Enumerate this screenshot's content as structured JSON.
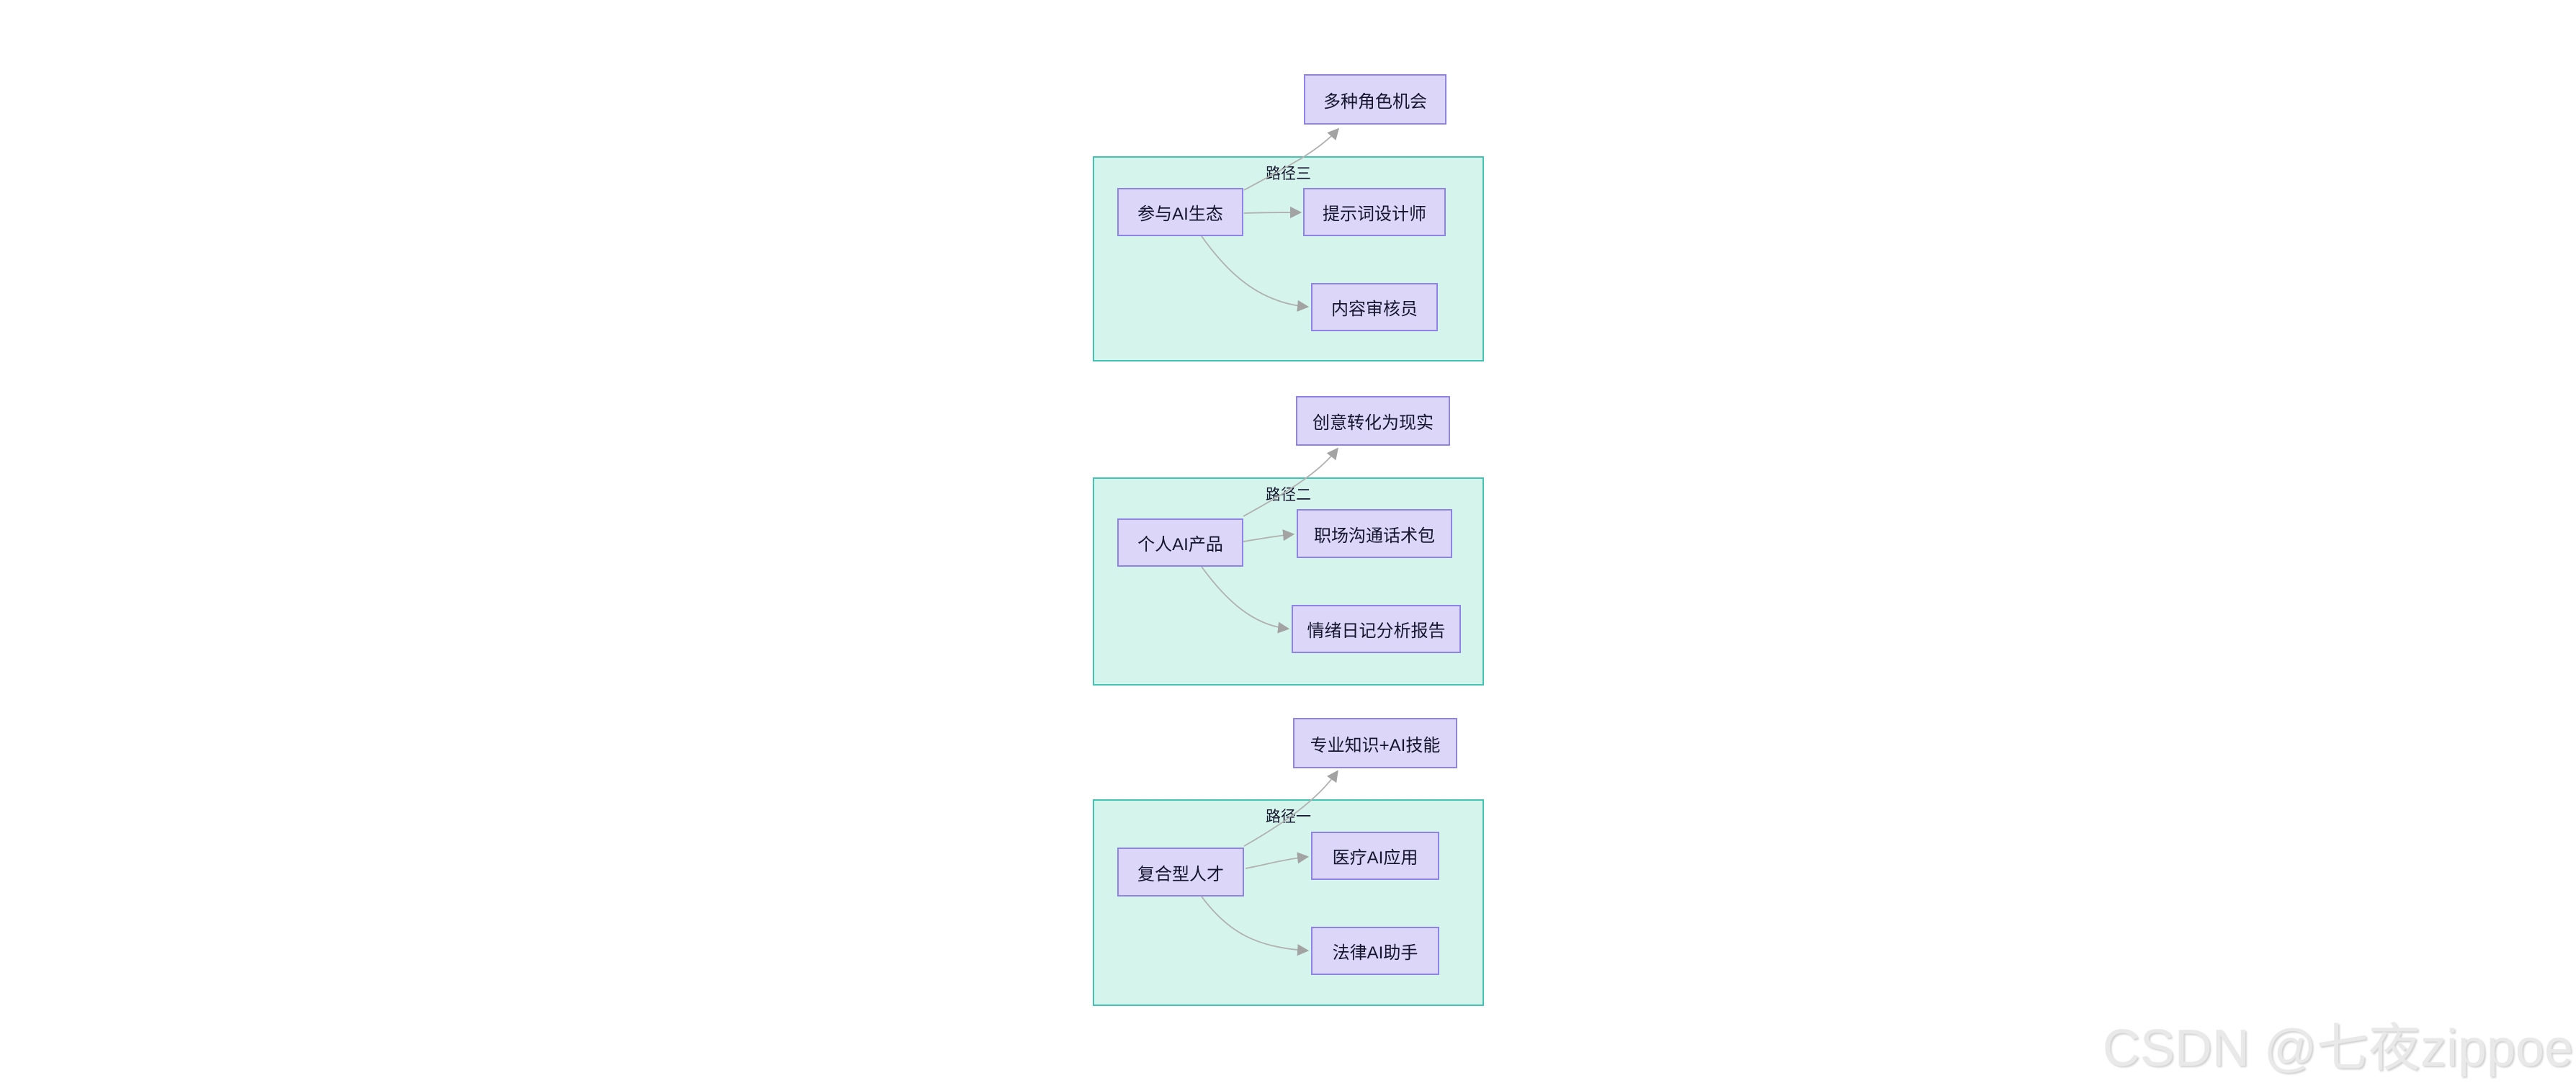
{
  "diagram": {
    "type": "flowchart",
    "groups": [
      {
        "label": "路径三"
      },
      {
        "label": "路径二"
      },
      {
        "label": "路径一"
      }
    ],
    "nodes": {
      "multiRole": "多种角色机会",
      "joinEco": "参与AI生态",
      "promptDesigner": "提示词设计师",
      "contentReviewer": "内容审核员",
      "ideaReality": "创意转化为现实",
      "personalProduct": "个人AI产品",
      "workplacePack": "职场沟通话术包",
      "emotionReport": "情绪日记分析报告",
      "expertiseSkill": "专业知识+AI技能",
      "compoundTalent": "复合型人才",
      "medicalApp": "医疗AI应用",
      "legalAssistant": "法律AI助手"
    },
    "edges": [
      {
        "from": "参与AI生态",
        "to": "多种角色机会"
      },
      {
        "from": "参与AI生态",
        "to": "提示词设计师"
      },
      {
        "from": "参与AI生态",
        "to": "内容审核员"
      },
      {
        "from": "个人AI产品",
        "to": "创意转化为现实"
      },
      {
        "from": "个人AI产品",
        "to": "职场沟通话术包"
      },
      {
        "from": "个人AI产品",
        "to": "情绪日记分析报告"
      },
      {
        "from": "复合型人才",
        "to": "专业知识+AI技能"
      },
      {
        "from": "复合型人才",
        "to": "医疗AI应用"
      },
      {
        "from": "复合型人才",
        "to": "法律AI助手"
      }
    ],
    "colors": {
      "node_fill": "#dcd6f9",
      "node_border": "#8f83e8",
      "group_fill": "#d5f5ec",
      "group_border": "#44c3b5",
      "edge": "#b0b0b0",
      "text": "#15152e",
      "watermark": "#e9e9e9"
    }
  },
  "watermark": {
    "text": "CSDN @七夜zippoe"
  }
}
